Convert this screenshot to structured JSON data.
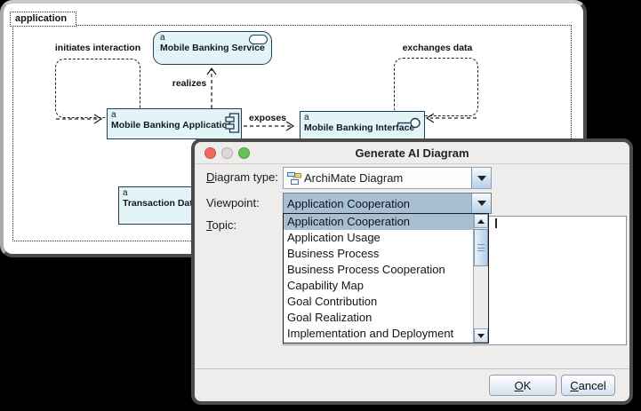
{
  "diagram": {
    "group_label": "application",
    "marker": "a",
    "elements": {
      "service": {
        "name": "Mobile Banking Service"
      },
      "application": {
        "name": "Mobile Banking Application"
      },
      "interface": {
        "name": "Mobile Banking Interface"
      },
      "data": {
        "name": "Transaction Data"
      }
    },
    "annotations": {
      "initiates": "initiates interaction",
      "exchanges": "exchanges data"
    },
    "relations": {
      "realizes": "realizes",
      "exposes": "exposes"
    },
    "colors": {
      "element_fill": "#e3f4f6",
      "element_border": "#243c54"
    }
  },
  "dialog": {
    "title": "Generate AI Diagram",
    "fields": {
      "diagram_type": {
        "label_accel": "D",
        "label_rest": "iagram type:",
        "value": "ArchiMate Diagram"
      },
      "viewpoint": {
        "label": "Viewpoint:",
        "value": "Application Cooperation"
      },
      "topic": {
        "label_accel": "T",
        "label_rest": "opic:",
        "value": ""
      }
    },
    "dropdown": {
      "items": [
        "Application Cooperation",
        "Application Usage",
        "Business Process",
        "Business Process Cooperation",
        "Capability Map",
        "Goal Contribution",
        "Goal Realization",
        "Implementation and Deployment"
      ],
      "selected_index": 0,
      "selection_color": "#a8bfd3"
    },
    "buttons": {
      "ok": {
        "accel": "O",
        "rest": "K"
      },
      "cancel": {
        "accel": "C",
        "rest": "ancel"
      }
    },
    "window_controls": {
      "close_color": "#ee6a5e",
      "minimize_color": "#dadada",
      "zoom_color": "#61c454"
    }
  }
}
